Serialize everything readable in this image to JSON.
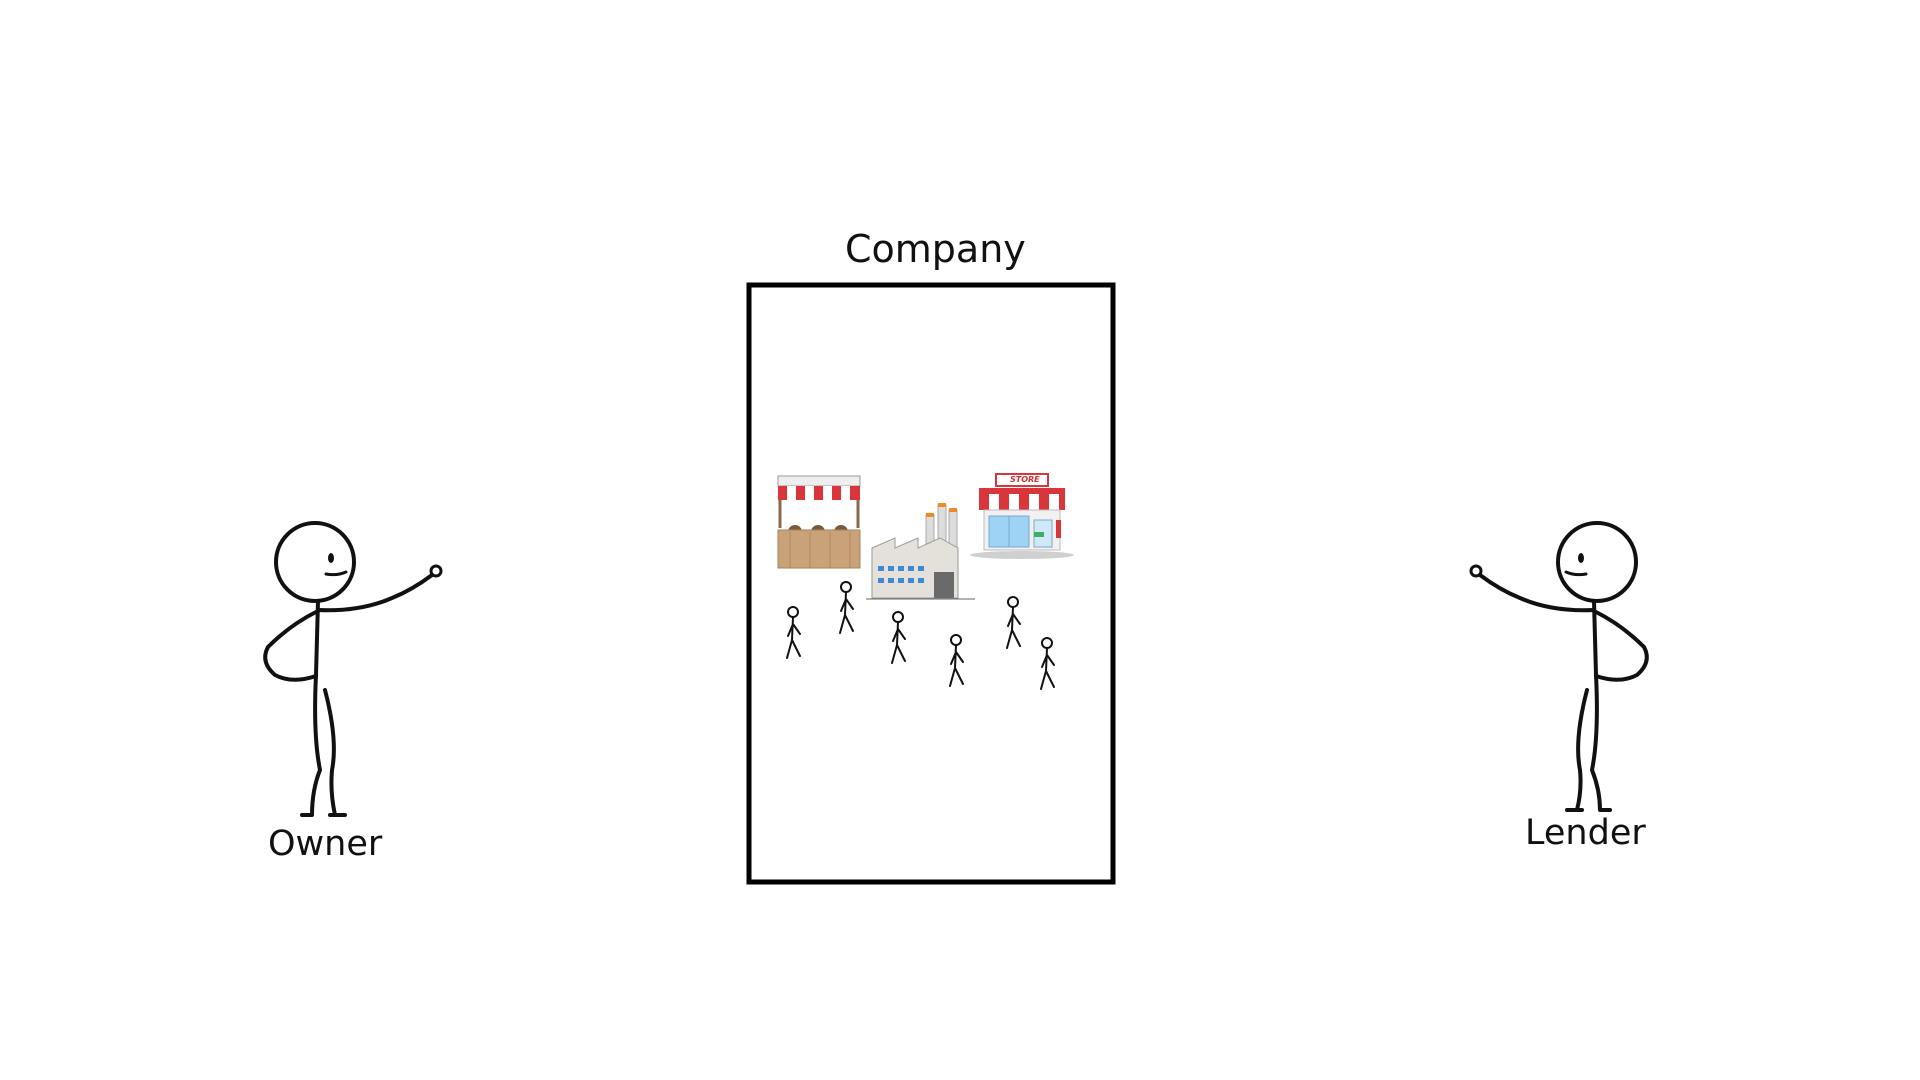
{
  "company": {
    "title": "Company"
  },
  "owner": {
    "label": "Owner"
  },
  "lender": {
    "label": "Lender"
  },
  "store": {
    "sign": "STORE"
  },
  "colors": {
    "outline": "#000000",
    "awning_red": "#d9353b",
    "awning_white": "#ffffff",
    "wood": "#c9a27a",
    "factory_wall": "#e4e1da",
    "factory_window": "#3d8bd6",
    "chimney_tip": "#f08a24",
    "store_glass": "#9fd3f5"
  },
  "icons": [
    "market-stall-icon",
    "factory-icon",
    "store-icon",
    "walking-person-icon",
    "stick-figure-icon"
  ]
}
